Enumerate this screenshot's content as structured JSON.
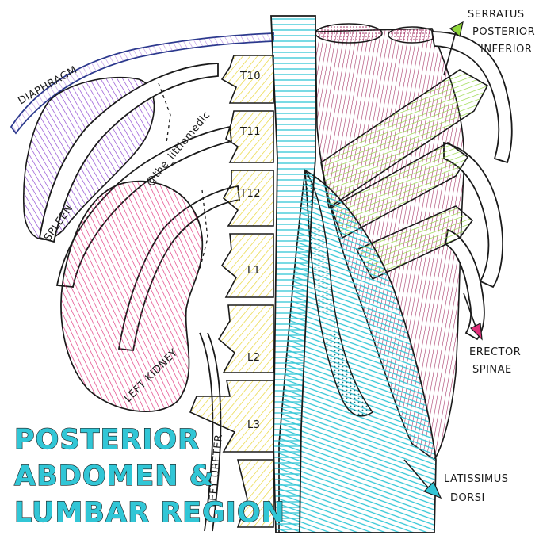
{
  "title_lines": [
    "POSTERIOR",
    "ABDOMEN &",
    "LUMBAR REGION"
  ],
  "credit": "@the_littlemedic",
  "labels": {
    "diaphragm": "DIAPHRAGM",
    "spleen": "SPLEEN",
    "left_kidney": "LEFT KIDNEY",
    "left_ureter": "LEFT URETER",
    "serratus_line1": "SERRATUS",
    "serratus_line2": "POSTERIOR",
    "serratus_line3": "INFERIOR",
    "erector_line1": "ERECTOR",
    "erector_line2": "SPINAE",
    "latissimus_line1": "LATISSIMUS",
    "latissimus_line2": "DORSI"
  },
  "vertebrae": [
    "T10",
    "T11",
    "T12",
    "L1",
    "L2",
    "L3"
  ],
  "colors": {
    "diaphragm": "#2a3a8c",
    "spleen": "#8a3fd0",
    "kidney": "#e0307a",
    "vertebra": "#f2e14a",
    "latissimus": "#31c6d6",
    "serratus": "#8fd63a",
    "erector": "#a0245a",
    "title": "#31c6d6"
  },
  "icons": [
    "arrow-up-right-icon",
    "arrow-down-right-icon",
    "arrow-down-right-icon"
  ]
}
